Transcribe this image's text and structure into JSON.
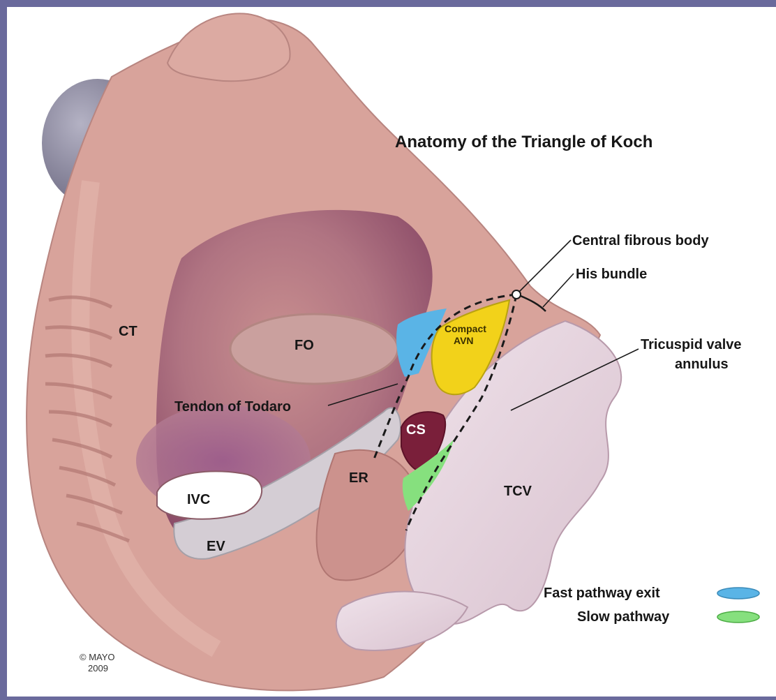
{
  "title": "Anatomy of the Triangle of Koch",
  "labels": {
    "ct": "CT",
    "fo": "FO",
    "tendon": "Tendon of Todaro",
    "cs": "CS",
    "er": "ER",
    "ivc": "IVC",
    "ev": "EV",
    "tcv": "TCV",
    "compact_line1": "Compact",
    "compact_line2": "AVN",
    "central_fibrous_body": "Central fibrous body",
    "his_bundle": "His bundle",
    "tricuspid_line1": "Tricuspid valve",
    "tricuspid_line2": "annulus"
  },
  "legend": {
    "fast": {
      "label": "Fast pathway exit",
      "color": "#5ab4e6"
    },
    "slow": {
      "label": "Slow pathway",
      "color": "#86e07e"
    }
  },
  "copyright": {
    "line1": "© MAYO",
    "line2": "2009"
  },
  "colors": {
    "frame": "#6a6a9c",
    "tissue": "#d8a39b",
    "tissue_dark": "#b97b77",
    "interior": "#a86a7a",
    "avn": "#f2d21a",
    "cs": "#7a1f3a",
    "valve": "#e6d3dc"
  }
}
